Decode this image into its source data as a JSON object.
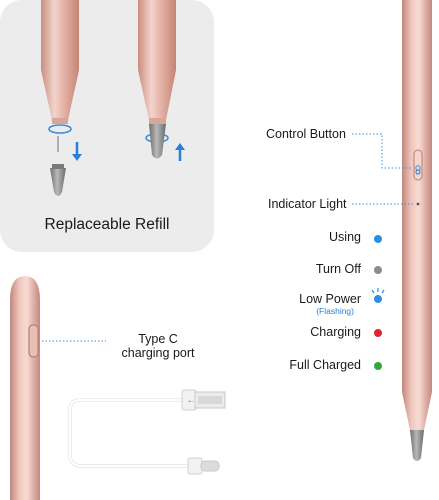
{
  "refill": {
    "label": "Replaceable Refill"
  },
  "callouts": {
    "control_button": "Control Button",
    "indicator_light": "Indicator Light"
  },
  "indicator_states": [
    {
      "label": "Using",
      "color": "#2a8fe0"
    },
    {
      "label": "Turn Off",
      "color": "#8c8c8c"
    },
    {
      "label": "Low Power",
      "sublabel": "(Flashing)",
      "color": "#2a8fe0"
    },
    {
      "label": "Charging",
      "color": "#e0242f"
    },
    {
      "label": "Full Charged",
      "color": "#2eaa3c"
    }
  ],
  "port": {
    "line1": "Type C",
    "line2": "charging port"
  },
  "colors": {
    "pen_body": "#e3b1a5",
    "pen_highlight": "#f4d8d0",
    "pen_shadow": "#c88e80",
    "tip": "#8e8e8e",
    "callout_line": "#3a8fd8"
  }
}
